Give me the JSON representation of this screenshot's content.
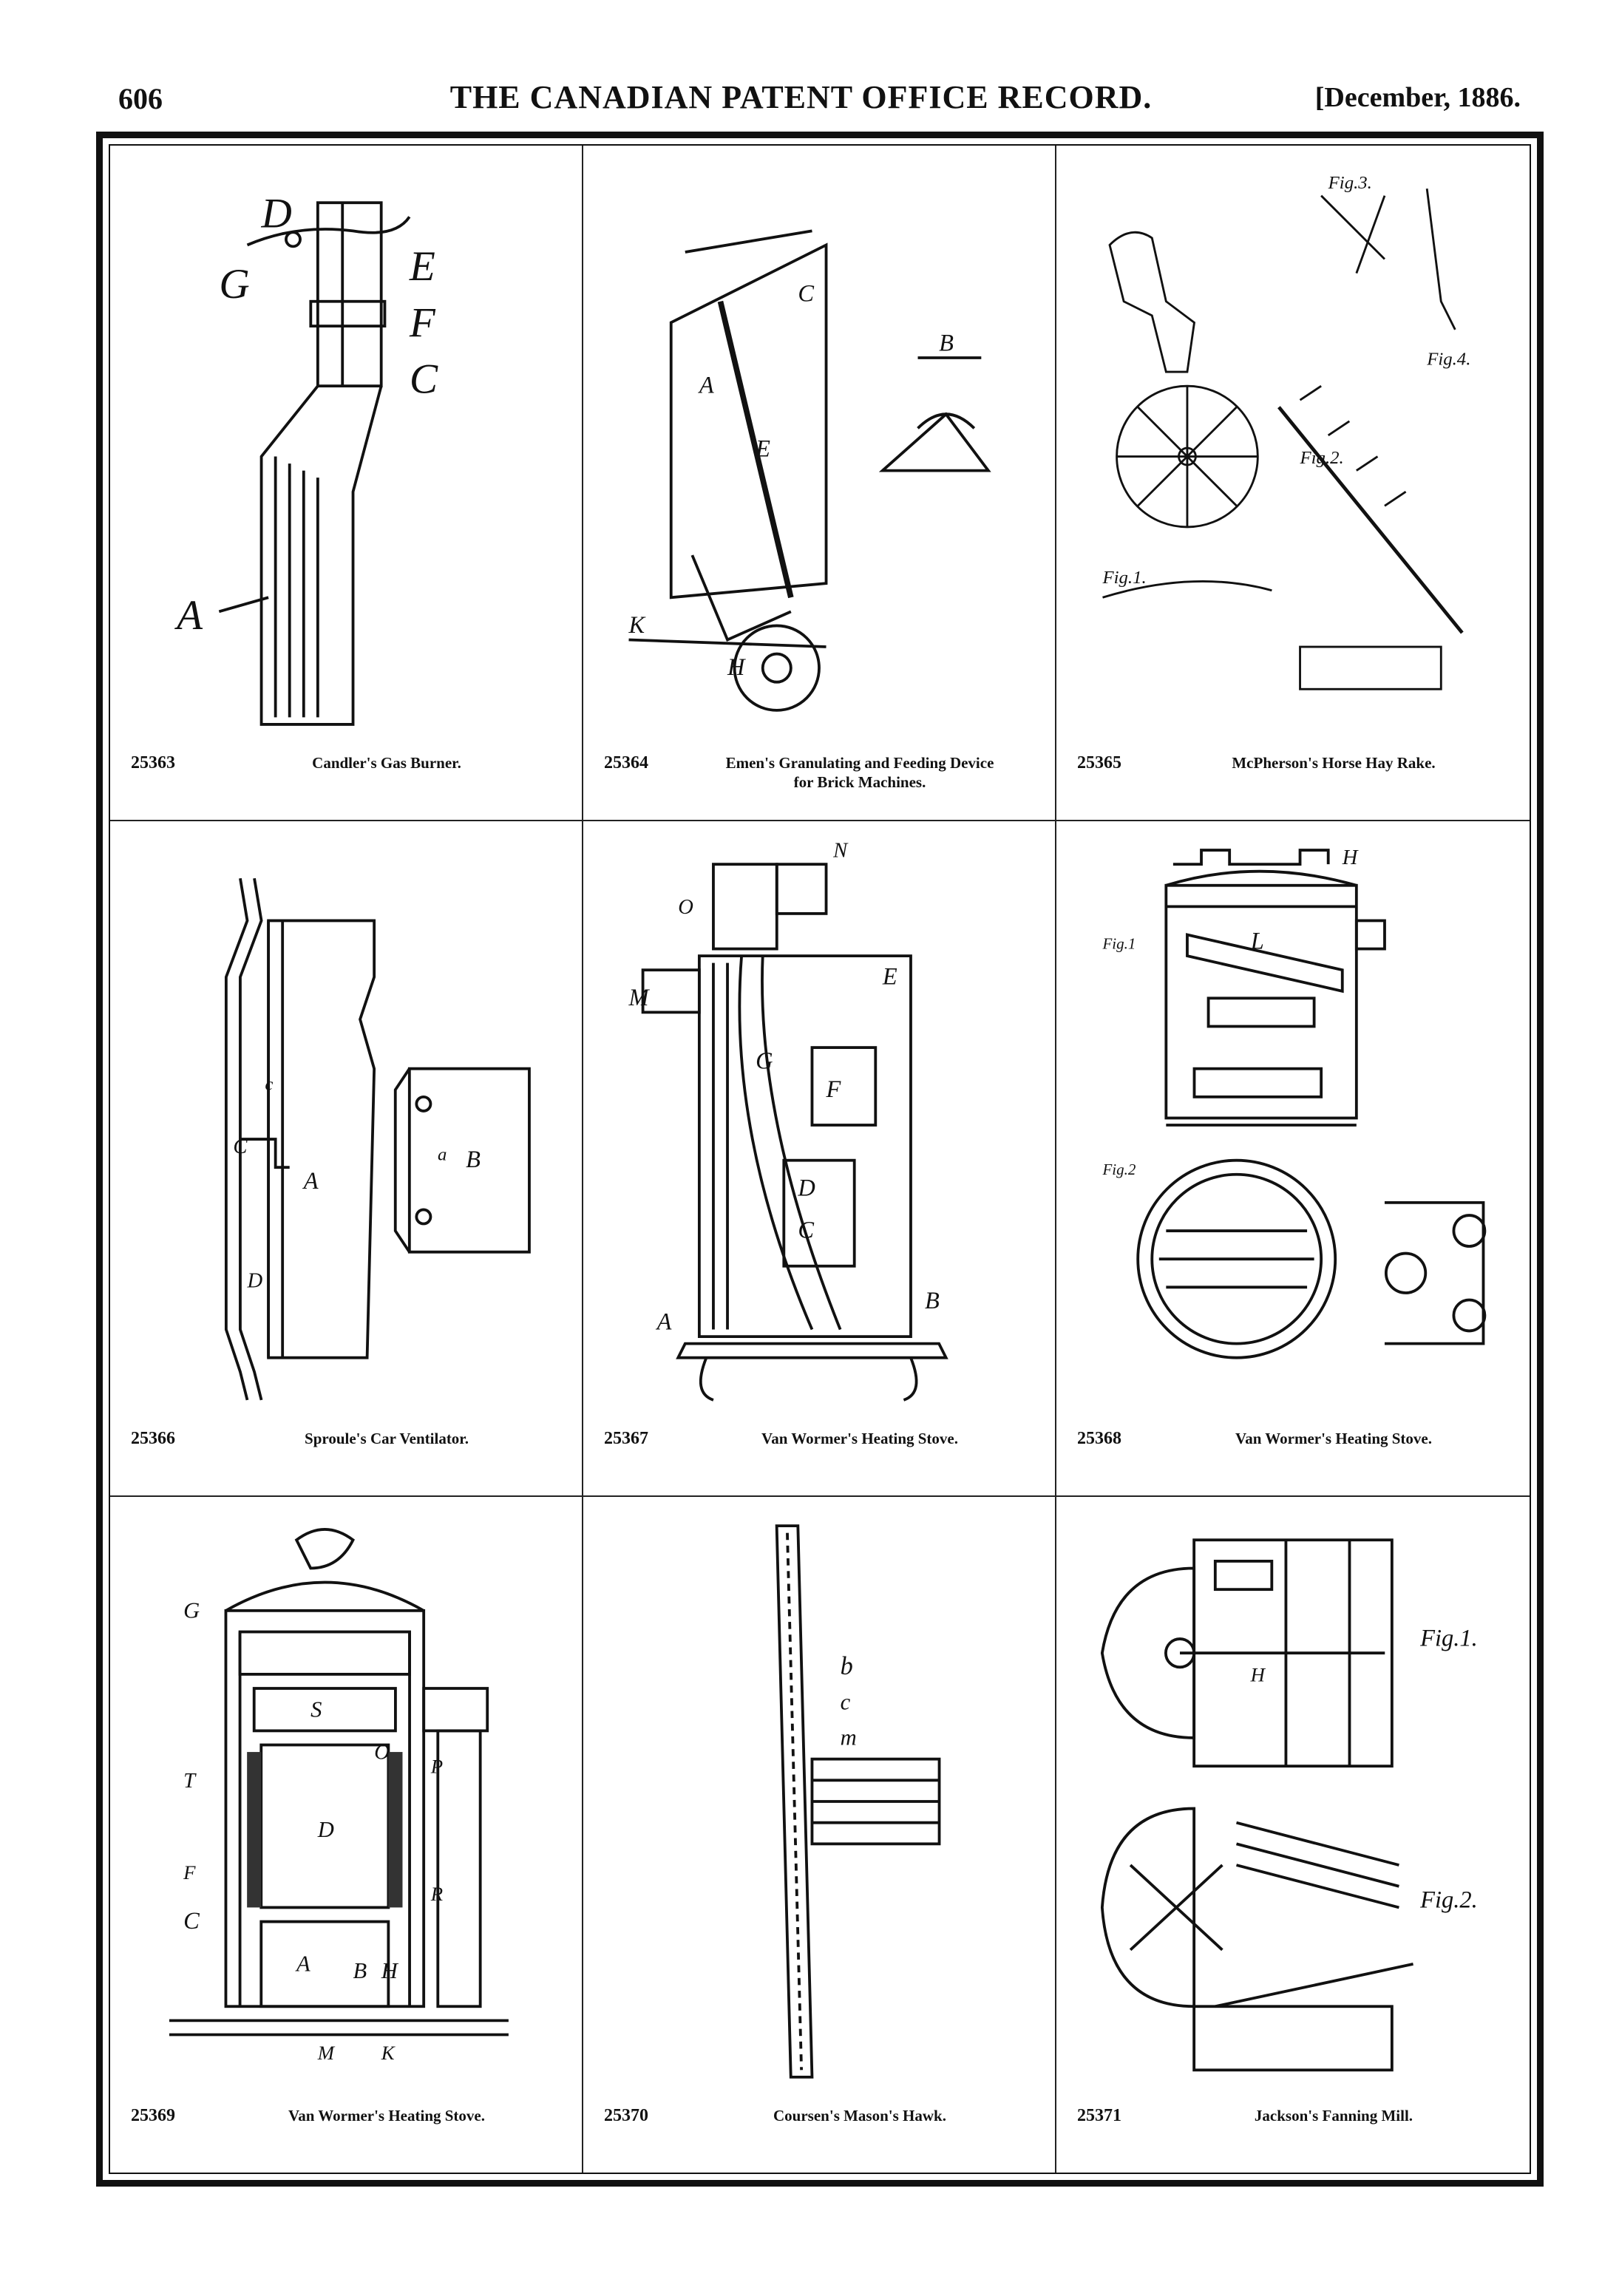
{
  "header": {
    "page_number": "606",
    "title": "THE CANADIAN PATENT OFFICE RECORD.",
    "date": "[December, 1886."
  },
  "patents": [
    {
      "number": "25363",
      "title": "Candler's Gas Burner.",
      "labels": [
        "D",
        "E",
        "G",
        "F",
        "C",
        "A"
      ]
    },
    {
      "number": "25364",
      "title": "Emen's Granulating and Feeding Device\nfor Brick Machines.",
      "labels": [
        "A",
        "B",
        "E",
        "K",
        "H",
        "C"
      ]
    },
    {
      "number": "25365",
      "title": "McPherson's Horse Hay Rake.",
      "labels": [
        "Fig.1.",
        "Fig.2.",
        "Fig.3.",
        "Fig.4."
      ]
    },
    {
      "number": "25366",
      "title": "Sproule's Car Ventilator.",
      "labels": [
        "A",
        "B",
        "C",
        "D",
        "a",
        "c"
      ]
    },
    {
      "number": "25367",
      "title": "Van Wormer's Heating Stove.",
      "labels": [
        "M",
        "E",
        "F",
        "D",
        "C",
        "G",
        "B",
        "A",
        "N",
        "O"
      ]
    },
    {
      "number": "25368",
      "title": "Van Wormer's Heating Stove.",
      "labels": [
        "L",
        "H",
        "Fig.1",
        "Fig.2"
      ]
    },
    {
      "number": "25369",
      "title": "Van Wormer's Heating Stove.",
      "labels": [
        "G",
        "S",
        "O",
        "D",
        "A",
        "B",
        "H",
        "T",
        "F",
        "M",
        "K",
        "C",
        "P",
        "R"
      ]
    },
    {
      "number": "25370",
      "title": "Coursen's Mason's Hawk.",
      "labels": [
        "b",
        "c",
        "m"
      ]
    },
    {
      "number": "25371",
      "title": "Jackson's Fanning Mill.",
      "labels": [
        "Fig.1.",
        "Fig.2.",
        "H"
      ]
    }
  ]
}
